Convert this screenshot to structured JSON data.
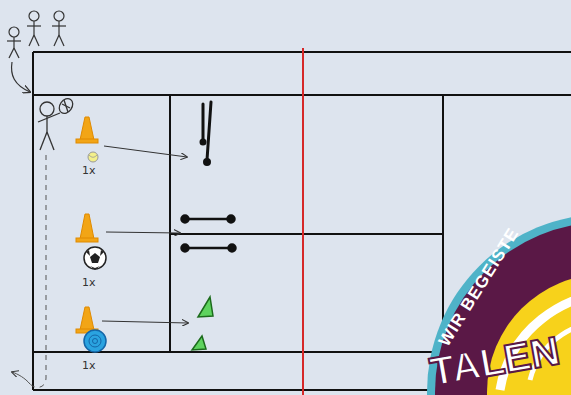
{
  "diagram": {
    "labels": [
      "1x",
      "1x",
      "1x",
      "WIR BEGEISTE",
      "TALEN"
    ]
  }
}
